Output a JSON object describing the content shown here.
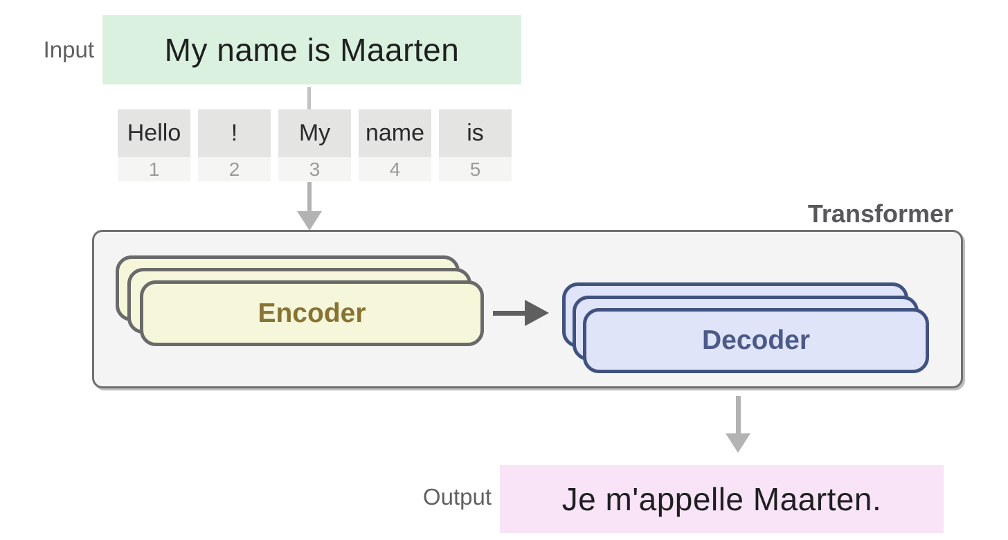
{
  "colors": {
    "input-bg": "#d9f1de",
    "output-bg": "#f8e3f7",
    "token-word-bg": "#e4e4e3",
    "token-num-bg": "#f5f5f4",
    "transformer-bg": "#f4f4f4",
    "transformer-border": "#6f6f6f",
    "encoder-bg": "#f6f7da",
    "encoder-border": "#6a6a6a",
    "encoder-text": "#877334",
    "decoder-bg": "#dfe4f8",
    "decoder-border": "#40527f",
    "decoder-text": "#4b5a88",
    "arrow-light": "#b3b3b3",
    "arrow-dark": "#5f5f5f",
    "label-gray": "#606060"
  },
  "input": {
    "label": "Input",
    "text": "My name is Maarten"
  },
  "tokens": [
    {
      "word": "Hello",
      "id": "1"
    },
    {
      "word": "!",
      "id": "2"
    },
    {
      "word": "My",
      "id": "3"
    },
    {
      "word": "name",
      "id": "4"
    },
    {
      "word": "is",
      "id": "5"
    }
  ],
  "transformer": {
    "label": "Transformer",
    "encoder_label": "Encoder",
    "decoder_label": "Decoder"
  },
  "output": {
    "label": "Output",
    "text": "Je m'appelle Maarten."
  }
}
